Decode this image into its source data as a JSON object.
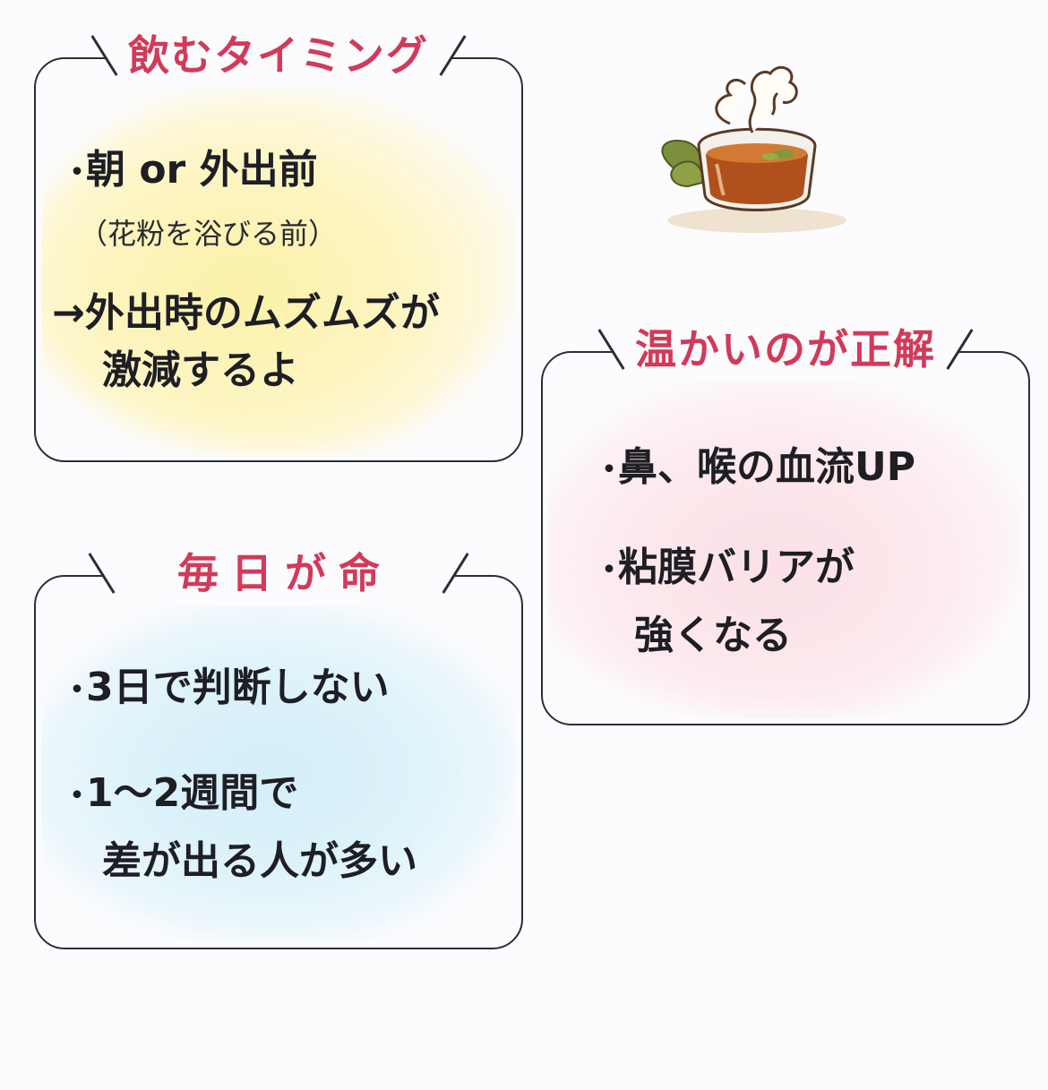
{
  "cards": {
    "timing": {
      "title": "飲むタイミング",
      "bullet": "・",
      "line1": "朝 or 外出前",
      "note": "（花粉を浴びる前）",
      "result_line1": "→外出時のムズムズが",
      "result_line2": "激減するよ"
    },
    "warm": {
      "title": "温かいのが正解",
      "bullet": "・",
      "line1": "鼻、喉の血流UP",
      "line2": "粘膜バリアが",
      "line2_cont": "強くなる"
    },
    "daily": {
      "title": "毎日が命",
      "bullet": "・",
      "line1": "3日で判断しない",
      "line2": "1〜2週間で",
      "line2_cont": "差が出る人が多い"
    }
  },
  "illustration": {
    "icon": "herbal-tea-cup-icon"
  },
  "colors": {
    "heading": "#d23a5a",
    "border": "#2b2e3a",
    "timing_bg": "#fdf5c4",
    "warm_bg": "#fce9ed",
    "daily_bg": "#dff3fa"
  }
}
